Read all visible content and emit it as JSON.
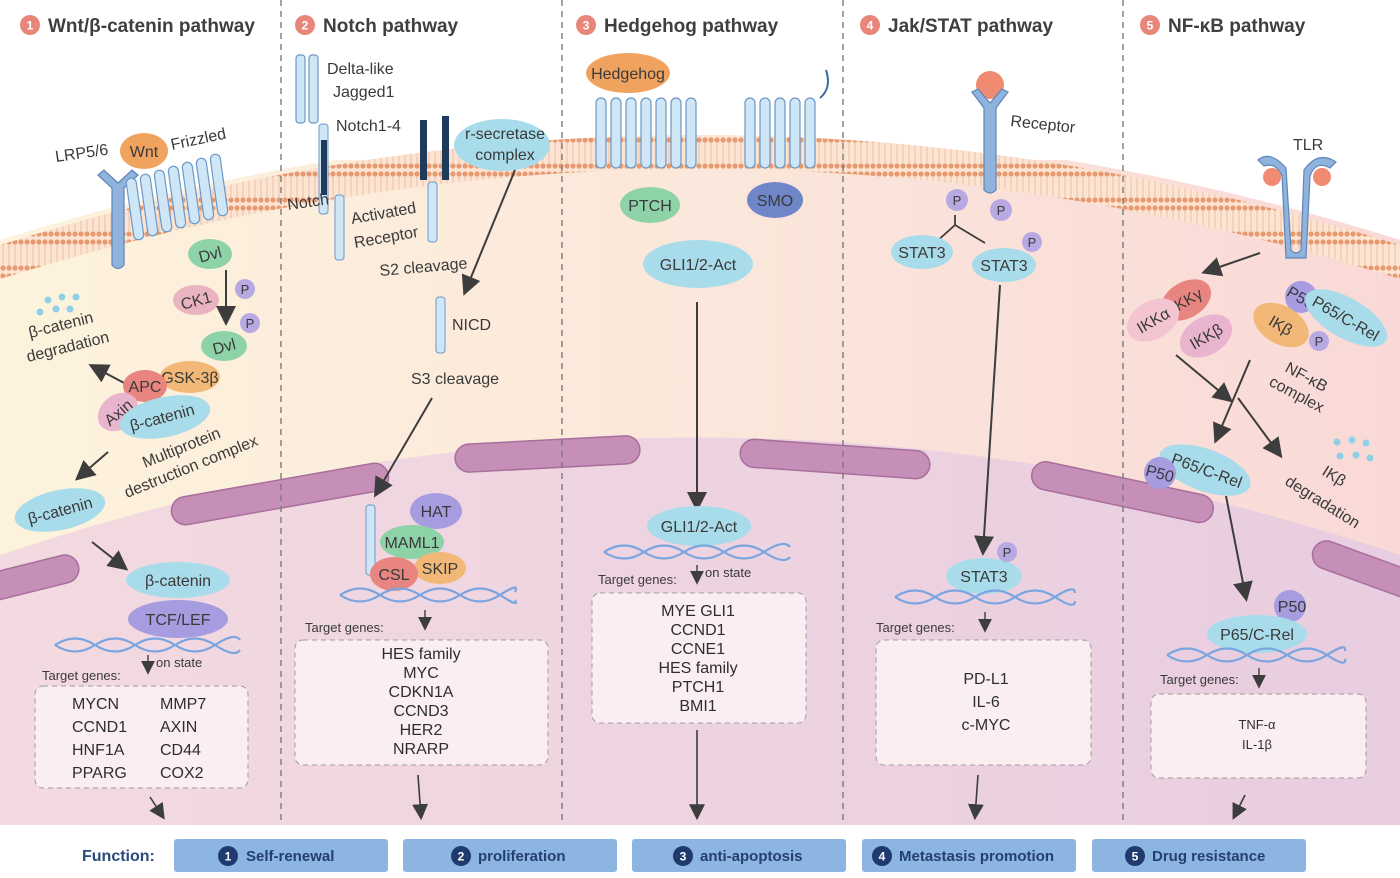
{
  "pathways": [
    {
      "num": "1",
      "title": "Wnt/β-catenin pathway"
    },
    {
      "num": "2",
      "title": "Notch pathway"
    },
    {
      "num": "3",
      "title": "Hedgehog pathway"
    },
    {
      "num": "4",
      "title": "Jak/STAT pathway"
    },
    {
      "num": "5",
      "title": "NF-κB pathway"
    }
  ],
  "wnt": {
    "lrp": "LRP5/6",
    "wnt": "Wnt",
    "frizzled": "Frizzled",
    "dvl": "Dvl",
    "ck1": "CK1",
    "p": "P",
    "dvl2": "Dvl",
    "degradation_1": "β-catenin",
    "degradation_2": "degradation",
    "apc": "APC",
    "gsk": "GSK-3β",
    "axin": "Axin",
    "bcat_complex": "β-catenin",
    "complex_1": "Multiprotein",
    "complex_2": "destruction complex",
    "bcat_free": "β-catenin",
    "bcat_nuc": "β-catenin",
    "tcf": "TCF/LEF",
    "on_state": "on state",
    "target": "Target genes:",
    "genes_left": [
      "MYCN",
      "CCND1",
      "HNF1A",
      "PPARG"
    ],
    "genes_right": [
      "MMP7",
      "AXIN",
      "CD44",
      "COX2"
    ]
  },
  "notch": {
    "delta_1": "Delta-like",
    "delta_2": "Jagged1",
    "notch14": "Notch1-4",
    "notch": "Notch",
    "activated_1": "Activated",
    "activated_2": "Receptor",
    "secretase_1": "r-secretase",
    "secretase_2": "complex",
    "s2": "S2 cleavage",
    "nicd": "NICD",
    "s3": "S3 cleavage",
    "hat": "HAT",
    "maml": "MAML1",
    "csl": "CSL",
    "skip": "SKIP",
    "target": "Target genes:",
    "genes": [
      "HES family",
      "MYC",
      "CDKN1A",
      "CCND3",
      "HER2",
      "NRARP"
    ]
  },
  "hedgehog": {
    "hedgehog": "Hedgehog",
    "ptch": "PTCH",
    "smo": "SMO",
    "gli": "GLI1/2-Act",
    "gli_nuc": "GLI1/2-Act",
    "on_state": "on state",
    "target": "Target genes:",
    "genes": [
      "MYE GLI1",
      "CCND1",
      "CCNE1",
      "HES family",
      "PTCH1",
      "BMI1"
    ]
  },
  "jak": {
    "receptor": "Receptor",
    "p": "P",
    "stat3_a": "STAT3",
    "stat3_b": "STAT3",
    "stat3_nuc": "STAT3",
    "target": "Target genes:",
    "genes": [
      "PD-L1",
      "IL-6",
      "c-MYC"
    ]
  },
  "nfkb": {
    "tlr": "TLR",
    "ikkg": "IKKγ",
    "ikka": "IKKα",
    "ikkb": "IKKβ",
    "p50": "P50",
    "p65": "P65/C-Rel",
    "ikb": "IKβ",
    "p": "P",
    "complex_1": "NF-κB",
    "complex_2": "complex",
    "deg_1": "IKβ",
    "deg_2": "degradation",
    "p50_b": "P50",
    "p65_b": "P65/C-Rel",
    "p50_nuc": "P50",
    "p65_nuc": "P65/C-Rel",
    "target": "Target genes:",
    "genes": [
      "TNF-α",
      "IL-1β"
    ]
  },
  "function": {
    "label": "Function:",
    "items": [
      {
        "num": "1",
        "label": "Self-renewal"
      },
      {
        "num": "2",
        "label": "proliferation"
      },
      {
        "num": "3",
        "label": "anti-apoptosis"
      },
      {
        "num": "4",
        "label": "Metastasis promotion"
      },
      {
        "num": "5",
        "label": "Drug resistance"
      }
    ]
  },
  "colors": {
    "header_circle": "#e8867a",
    "membrane": "#e9a07a",
    "nucleus": "#ead0dc",
    "receptor": "#c9e4f3",
    "cyan": "#a9dcea",
    "green": "#8ed3a8",
    "pink": "#e9b4bf",
    "purple": "#b9a9e3",
    "orange": "#f1b878",
    "function_box": "#8db5e2"
  }
}
